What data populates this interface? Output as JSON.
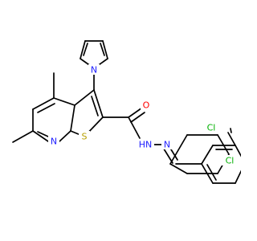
{
  "structure": {
    "atom_labels": {
      "pyrrole_n": "N",
      "pyridine_n": "N",
      "thiophene_s": "S",
      "carbonyl_o": "O",
      "amide_nh": "HN",
      "imine_n": "N",
      "chlorine_top": "Cl",
      "chlorine_right": "Cl"
    },
    "element_colors": {
      "N": "#2020ff",
      "S": "#b8a000",
      "O": "#ff0000",
      "Cl": "#00b000",
      "C": "#000000"
    }
  }
}
